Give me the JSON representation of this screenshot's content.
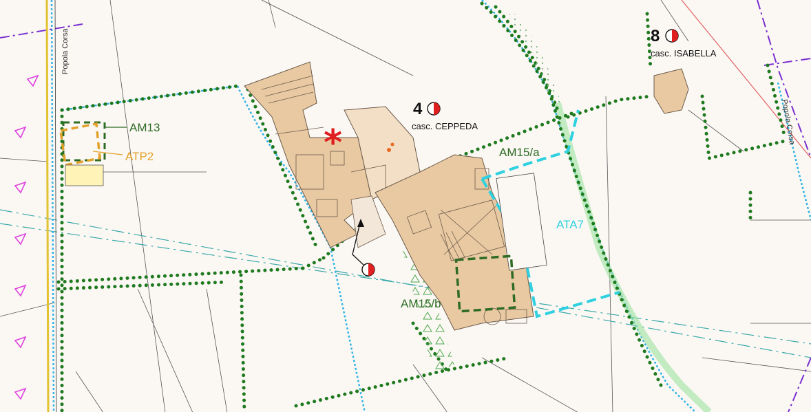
{
  "colors": {
    "background": "#fbf8f4",
    "building_fill": "#e8c9a2",
    "building_stroke": "#6b5a4a",
    "hedge": "#1f7a1f",
    "water": "#33b4e6",
    "green_zone": "#2e6b25",
    "orange_zone": "#e2a12a",
    "cyan_zone": "#2fd0e0",
    "boundary": "#7a2fd0",
    "triangle": "#e040e0",
    "asterisk": "#e02020",
    "symbol_red": "#e02020"
  },
  "roads": {
    "left": "Popola Corsa",
    "right": "Popola Corsa"
  },
  "zones": {
    "am13": "AM13",
    "atp2": "ATP2",
    "am15a": "AM15/a",
    "ata7": "ATA7",
    "am15b": "AM15/b"
  },
  "farmsteads": {
    "ceppeda": {
      "number": "4",
      "name": "casc.  CEPPEDA"
    },
    "isabella": {
      "number": "8",
      "name": "casc.  ISABELLA"
    }
  },
  "icons": {
    "heritage": "half-filled-circle-icon",
    "landmark": "asterisk-icon",
    "marker": "triangle-marker-icon"
  }
}
